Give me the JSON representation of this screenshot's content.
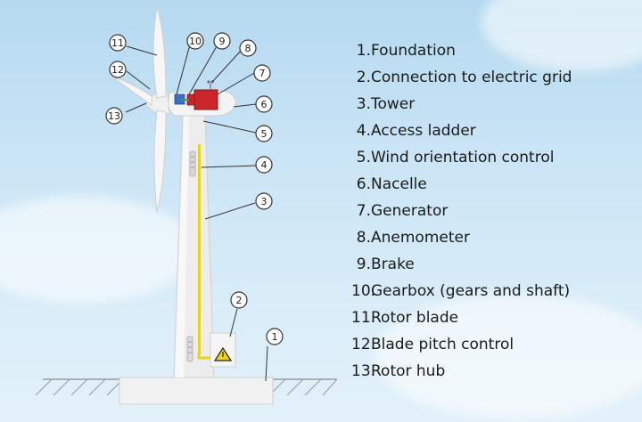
{
  "legend": [
    {
      "num": "1.",
      "label": "Foundation"
    },
    {
      "num": "2.",
      "label": "Connection to electric grid"
    },
    {
      "num": "3.",
      "label": "Tower"
    },
    {
      "num": "4.",
      "label": "Access ladder"
    },
    {
      "num": "5.",
      "label": "Wind orientation control"
    },
    {
      "num": "6.",
      "label": "Nacelle"
    },
    {
      "num": "7.",
      "label": "Generator"
    },
    {
      "num": "8.",
      "label": "Anemometer"
    },
    {
      "num": "9.",
      "label": "Brake"
    },
    {
      "num": "10.",
      "label": "Gearbox (gears and shaft)"
    },
    {
      "num": "11.",
      "label": "Rotor blade"
    },
    {
      "num": "12.",
      "label": "Blade pitch control"
    },
    {
      "num": "13.",
      "label": "Rotor hub"
    }
  ],
  "callouts": [
    "1",
    "2",
    "3",
    "4",
    "5",
    "6",
    "7",
    "8",
    "9",
    "10",
    "11",
    "12",
    "13"
  ],
  "colors": {
    "sky_top": "#b5d9f0",
    "tower": "#ececec",
    "generator": "#c8262b",
    "gearbox": "#3a6fc4",
    "ladder": "#e6d31c",
    "warning": "#f2d21b"
  },
  "icons": {
    "warning": "warning-triangle-icon",
    "anemometer": "anemometer-icon"
  }
}
